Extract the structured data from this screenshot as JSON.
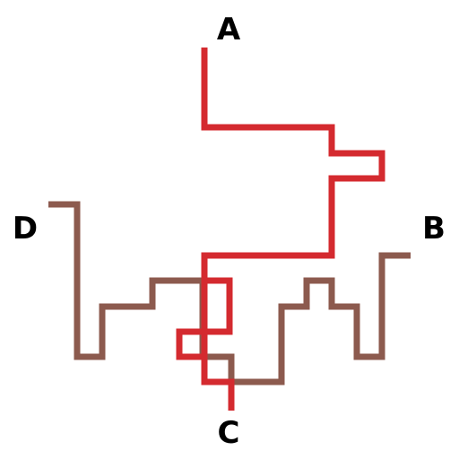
{
  "labels": {
    "a": "A",
    "b": "B",
    "c": "C",
    "d": "D"
  },
  "colors": {
    "red_path": "#d42a2f",
    "brown_path": "#8c5a4e"
  },
  "paths": [
    {
      "name": "red",
      "from": "A",
      "to": "C"
    },
    {
      "name": "brown",
      "from": "D",
      "to": "B"
    }
  ]
}
